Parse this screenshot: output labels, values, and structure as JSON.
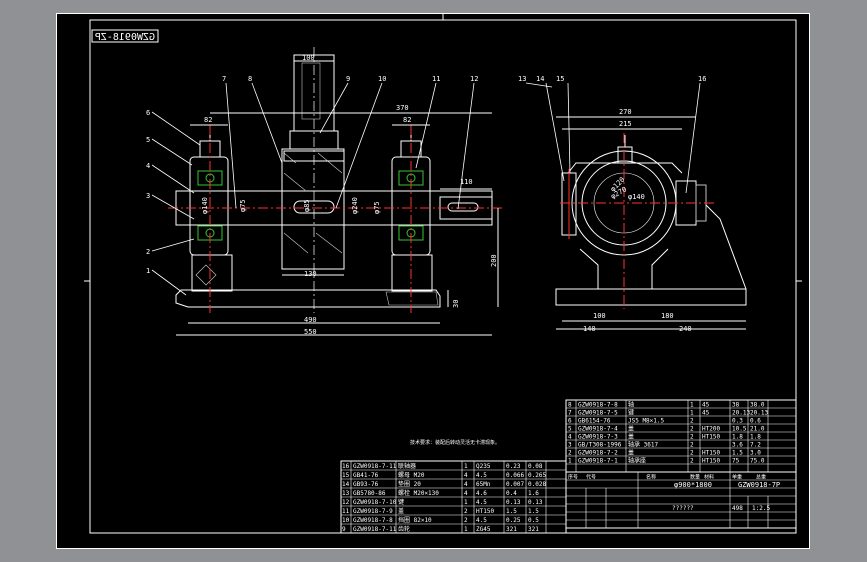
{
  "drawing_code": "GZW0918-ZP",
  "colors": {
    "background": "#8f9194",
    "sheet": "#000000",
    "line": "#ffffff",
    "centerline": "#ff3030",
    "bearing": "#32c832",
    "hatch": "#c0c0c0"
  },
  "front_view": {
    "balloons": [
      "1",
      "2",
      "3",
      "4",
      "5",
      "6",
      "7",
      "8",
      "9",
      "10",
      "11",
      "12"
    ],
    "dimensions": {
      "top_width": "100",
      "left_width": "82",
      "span": "370",
      "right_width": "82",
      "right_extend": "110",
      "base_lower": "130",
      "base_overall": "490",
      "total": "550",
      "height": "200",
      "base_thickness": "30",
      "dia_shaft_left": "φ75",
      "dia_bearing_left": "φ140",
      "dia_hub": "φ240",
      "dia_shaft_right": "φ75",
      "dia_hub2": "φ85"
    }
  },
  "side_view": {
    "balloons": [
      "13",
      "14",
      "15",
      "16"
    ],
    "dimensions": {
      "top_overall": "270",
      "top_inner": "215",
      "base_a": "100",
      "base_b": "180",
      "base_left": "140",
      "base_right": "240",
      "dia_outer": "φ270",
      "dia_inner": "φ140",
      "dia_small": "φ120"
    }
  },
  "technical_note": "技术要求：装配后转动灵活无卡滞现象。",
  "parts_list_upper": {
    "rows": [
      [
        "8",
        "GZW0918-7-8",
        "轴",
        "1",
        "45",
        "38",
        "38.0"
      ],
      [
        "7",
        "GZW0918-7-5",
        "键",
        "1",
        "45",
        "20.13",
        "20.13"
      ],
      [
        "6",
        "GB6154-76",
        "JS5 M8×1.5",
        "2",
        "",
        "0.3",
        "0.6"
      ],
      [
        "5",
        "GZW0918-7-4",
        "盖",
        "2",
        "HT200",
        "10.5",
        "21.0"
      ],
      [
        "4",
        "GZW0918-7-3",
        "盖",
        "2",
        "HT150",
        "1.8",
        "1.8"
      ],
      [
        "3",
        "GB/T308-1996",
        "轴承 3617",
        "2",
        "",
        "3.6",
        "7.2"
      ],
      [
        "2",
        "GZW0918-7-2",
        "盖",
        "2",
        "HT150",
        "1.5",
        "3.0"
      ],
      [
        "1",
        "GZW0918-7-1",
        "轴承座",
        "2",
        "HT150",
        "75",
        "75.0"
      ]
    ],
    "header": [
      "序号",
      "代号",
      "名称",
      "数量",
      "材料",
      "单重",
      "总重"
    ]
  },
  "title_block": {
    "assembly_name": "φ900*1800",
    "drawing_number": "GZW0918-7P",
    "scale": "1:2.5",
    "mass": "498",
    "designer": "??????"
  },
  "parts_list_lower": {
    "rows": [
      [
        "16",
        "GZW0918-7-11",
        "联轴器",
        "1",
        "Q235",
        "0.23",
        "0.08"
      ],
      [
        "15",
        "GB41-76",
        "螺母 M20",
        "4",
        "4.5",
        "0.066",
        "0.265"
      ],
      [
        "14",
        "GB93-76",
        "垫圈 20",
        "4",
        "65Mn",
        "0.007",
        "0.028"
      ],
      [
        "13",
        "GB5780-86",
        "螺栓 M20×130",
        "4",
        "4.6",
        "0.4",
        "1.6"
      ],
      [
        "12",
        "GZW0918-7-10",
        "键",
        "1",
        "4.5",
        "0.13",
        "0.13"
      ],
      [
        "11",
        "GZW0918-7-9",
        "盖",
        "2",
        "HT150",
        "1.5",
        "1.5"
      ],
      [
        "10",
        "GZW0918-7-8",
        "挡圈 82×10",
        "2",
        "4.5",
        "0.25",
        "0.5"
      ],
      [
        "9",
        "GZW0918-7-11",
        "齿轮",
        "1",
        "ZG45",
        "321",
        "321"
      ]
    ]
  }
}
